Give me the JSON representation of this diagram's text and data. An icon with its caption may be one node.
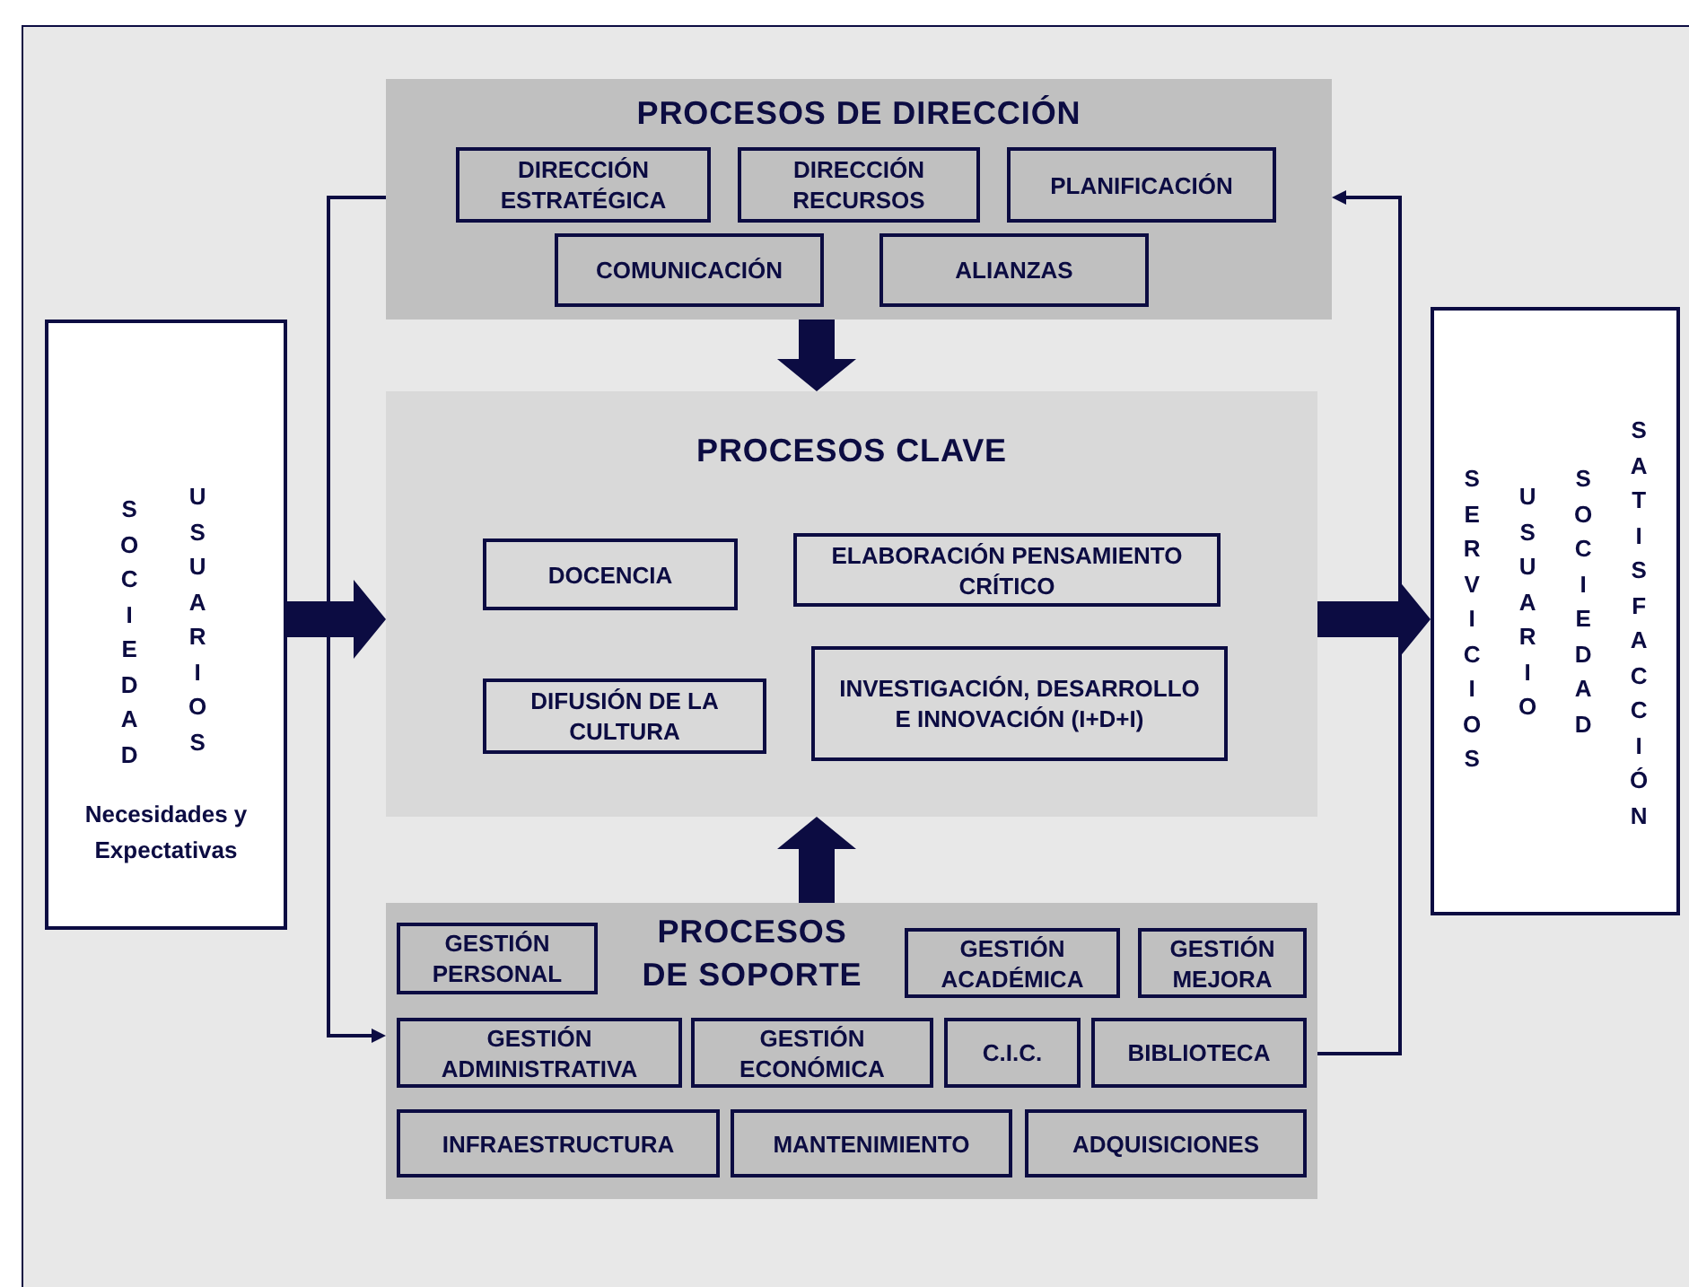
{
  "diagram": {
    "nodes": [
      {
        "text": [
          "SOCIEDAD",
          "USUARIOS",
          "Necesidades y Expectativas"
        ]
      },
      {
        "text": [
          "PROCESOS DE DIRECCIÓN"
        ]
      },
      {
        "text": [
          "DIRECCIÓN ESTRATÉGICA"
        ],
        "in": 1
      },
      {
        "text": [
          "DIRECCIÓN RECURSOS"
        ],
        "in": 1
      },
      {
        "text": [
          "PLANIFICACIÓN"
        ],
        "in": 1
      },
      {
        "text": [
          "COMUNICACIÓN"
        ],
        "in": 1
      },
      {
        "text": [
          "ALIANZAS"
        ],
        "in": 1
      },
      {
        "text": [
          "PROCESOS CLAVE"
        ]
      },
      {
        "text": [
          "DOCENCIA"
        ],
        "in": 7
      },
      {
        "text": [
          "ELABORACIÓN PENSAMIENTO CRÍTICO"
        ],
        "in": 7
      },
      {
        "text": [
          "DIFUSIÓN DE LA CULTURA"
        ],
        "in": 7
      },
      {
        "text": [
          "INVESTIGACIÓN, DESARROLLO E INNOVACIÓN (I+D+I)"
        ],
        "in": 7
      },
      {
        "text": [
          "PROCESOS DE SOPORTE"
        ]
      },
      {
        "text": [
          "GESTIÓN PERSONAL"
        ],
        "in": 12
      },
      {
        "text": [
          "GESTIÓN ACADÉMICA"
        ],
        "in": 12
      },
      {
        "text": [
          "GESTIÓN MEJORA"
        ],
        "in": 12
      },
      {
        "text": [
          "GESTIÓN ADMINISTRATIVA"
        ],
        "in": 12
      },
      {
        "text": [
          "GESTIÓN ECONÓMICA"
        ],
        "in": 12
      },
      {
        "text": [
          "C.I.C."
        ],
        "in": 12
      },
      {
        "text": [
          "BIBLIOTECA"
        ],
        "in": 12
      },
      {
        "text": [
          "INFRAESTRUCTURA"
        ],
        "in": 12
      },
      {
        "text": [
          "MANTENIMIENTO"
        ],
        "in": 12
      },
      {
        "text": [
          "ADQUISICIONES"
        ],
        "in": 12
      },
      {
        "text": [
          "SERVICIOS",
          "USUARIO",
          "SOCIEDAD",
          "SATISFACCIÓN"
        ]
      }
    ],
    "edges": [
      {
        "from": 0,
        "to": 7,
        "arrow": "to",
        "style": "thick"
      },
      {
        "from": 7,
        "to": 23,
        "arrow": "to",
        "style": "thick"
      },
      {
        "from": 1,
        "to": 7,
        "arrow": "to",
        "style": "thick"
      },
      {
        "from": 12,
        "to": 7,
        "arrow": "to",
        "style": "thick"
      },
      {
        "from": 1,
        "to": 12,
        "arrow": "to"
      },
      {
        "from": 12,
        "to": 1,
        "arrow": "to"
      }
    ]
  }
}
